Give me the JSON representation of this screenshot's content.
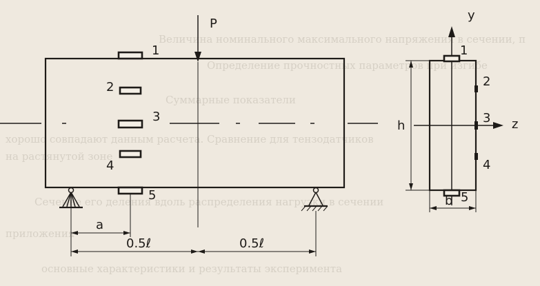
{
  "beam": {
    "load_label": "P",
    "gauges": [
      "1",
      "2",
      "3",
      "4",
      "5"
    ],
    "dim_a": "a",
    "dim_half_left": "0.5ℓ",
    "dim_half_right": "0.5ℓ"
  },
  "section": {
    "axis_y": "y",
    "axis_z": "z",
    "gauges": [
      "1",
      "2",
      "3",
      "4",
      "5"
    ],
    "dim_h": "h",
    "dim_b": "b"
  },
  "background_text": [
    "Величина номинального максимального напряжения в сечении, п",
    "Определение прочностных параметров при изгибе",
    "Суммарные показатели",
    "хорошо совпадают данным расчета. Сравнение для тензодатчиков",
    "на растянутой зоне",
    "Сечение его деления вдоль распределения нагрузки в сечении",
    "приложения",
    "основные характеристики и результаты эксперимента"
  ]
}
